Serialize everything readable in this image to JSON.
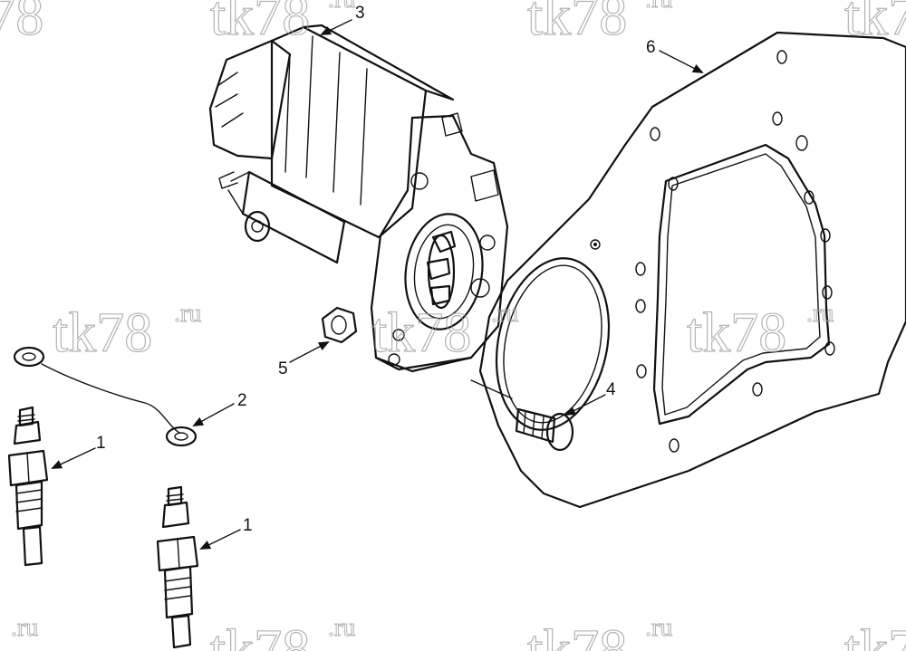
{
  "watermark": {
    "main": "tk78",
    "suffix": ".ru"
  },
  "callouts": [
    {
      "id": "glow-plug-upper",
      "label": "1"
    },
    {
      "id": "glow-plug-lower",
      "label": "1"
    },
    {
      "id": "connector-wire",
      "label": "2"
    },
    {
      "id": "starter-motor",
      "label": "3"
    },
    {
      "id": "mounting-bolt",
      "label": "4"
    },
    {
      "id": "nut",
      "label": "5"
    },
    {
      "id": "adapter-plate-gasket",
      "label": "6"
    }
  ]
}
